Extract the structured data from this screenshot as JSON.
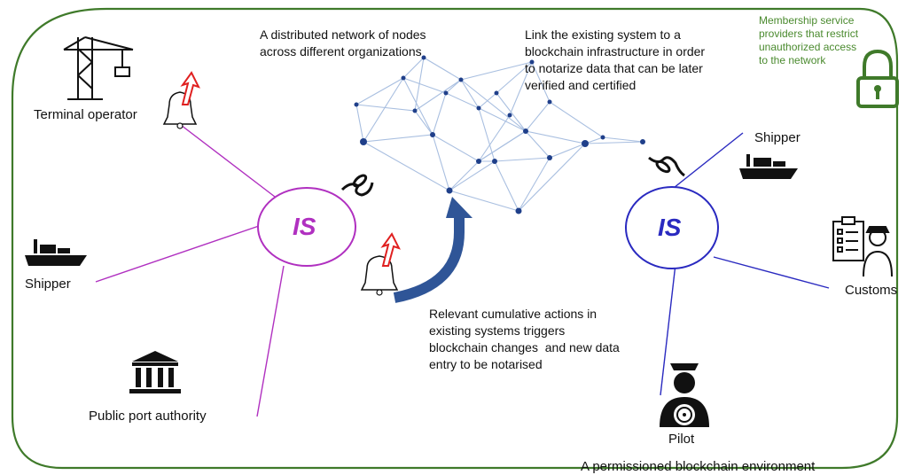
{
  "labels": {
    "network_desc": "A distributed network of nodes\nacross different organizations",
    "link_desc": "Link the existing system to a\nblockchain infrastructure in order\nto notarize data that can be later\nverified and certified",
    "msp_desc": "Membership service\nproviders that restrict\nunauthorized access\nto the network",
    "actions_desc": "Relevant cumulative actions in\nexisting systems triggers\nblockchain changes  and new data\nentry to be notarised",
    "environment": "A permissioned blockchain environment",
    "terminal_operator": "Terminal operator",
    "shipper_left": "Shipper",
    "port_authority": "Public port authority",
    "shipper_right": "Shipper",
    "customs": "Customs",
    "pilot": "Pilot",
    "is_left": "IS",
    "is_right": "IS"
  },
  "colors": {
    "boundary": "#3f7a2a",
    "left_system": "#b030c0",
    "right_system": "#2a2ac0",
    "network_line": "#a9bfe0",
    "node": "#1f3f8a",
    "alert_arrow": "#e02020",
    "trigger_arrow": "#2f5597",
    "msp_text": "#4a8a2e"
  }
}
